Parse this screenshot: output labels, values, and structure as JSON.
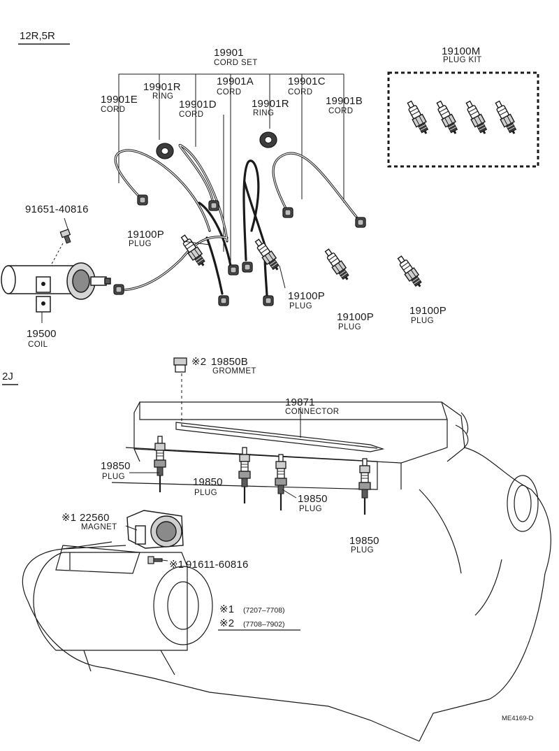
{
  "sections": {
    "top": "12R,5R",
    "bottom": "2J"
  },
  "cord_set": {
    "part": "19901",
    "name": "CORD SET"
  },
  "cords": [
    {
      "part": "19901E",
      "name": "CORD"
    },
    {
      "part": "19901R",
      "name": "RING"
    },
    {
      "part": "19901D",
      "name": "CORD"
    },
    {
      "part": "19901A",
      "name": "CORD"
    },
    {
      "part": "19901R",
      "name": "RING"
    },
    {
      "part": "19901C",
      "name": "CORD"
    },
    {
      "part": "19901B",
      "name": "CORD"
    }
  ],
  "plug_kit": {
    "part": "19100M",
    "name": "PLUG KIT"
  },
  "bolt": {
    "part": "91651-40816"
  },
  "coil": {
    "part": "19500",
    "name": "COIL"
  },
  "plugs_top": [
    {
      "part": "19100P",
      "name": "PLUG"
    },
    {
      "part": "19100P",
      "name": "PLUG"
    },
    {
      "part": "19100P",
      "name": "PLUG"
    },
    {
      "part": "19100P",
      "name": "PLUG"
    }
  ],
  "grommet": {
    "mark": "※2",
    "part": "19850B",
    "name": "GROMMET"
  },
  "connector": {
    "part": "19871",
    "name": "CONNECTOR"
  },
  "glow_plugs": [
    {
      "part": "19850",
      "name": "PLUG"
    },
    {
      "part": "19850",
      "name": "PLUG"
    },
    {
      "part": "19850",
      "name": "PLUG"
    },
    {
      "part": "19850",
      "name": "PLUG"
    }
  ],
  "magnet": {
    "mark": "※1",
    "part": "22560",
    "name": "MAGNET"
  },
  "magnet_bolt": {
    "mark": "※1",
    "part": "91611-60816"
  },
  "notes": [
    {
      "mark": "※1",
      "range": "(7207–7708)"
    },
    {
      "mark": "※2",
      "range": "(7708–7902)"
    }
  ],
  "drawing_id": "ME4169-D"
}
